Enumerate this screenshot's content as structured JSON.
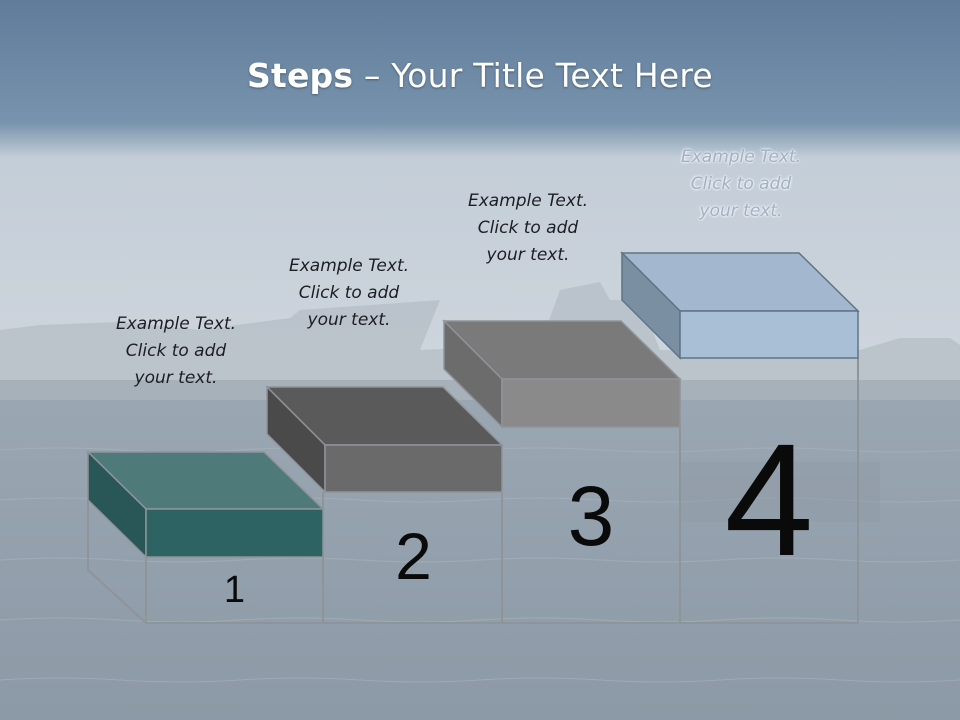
{
  "title": {
    "bold": "Steps",
    "rest": " – Your Title Text Here"
  },
  "steps": [
    {
      "number": "1",
      "caption": "Example Text.\nClick  to add\nyour text."
    },
    {
      "number": "2",
      "caption": "Example Text.\nClick  to add\nyour text."
    },
    {
      "number": "3",
      "caption": "Example Text.\nClick  to add\nyour text."
    },
    {
      "number": "4",
      "caption": "Example Text.\nClick  to add\nyour text."
    }
  ],
  "colors": {
    "step1_front": "#2e6363",
    "step1_top": "#4f7a7a",
    "step2_front": "#6a6a6a",
    "step2_top": "#5a5a5a",
    "step3_front": "#8a8a8a",
    "step3_top": "#7a7a7a",
    "step4_front": "#a9bfd6",
    "step4_top": "#a3b8cf",
    "outline": "#8f9499"
  }
}
